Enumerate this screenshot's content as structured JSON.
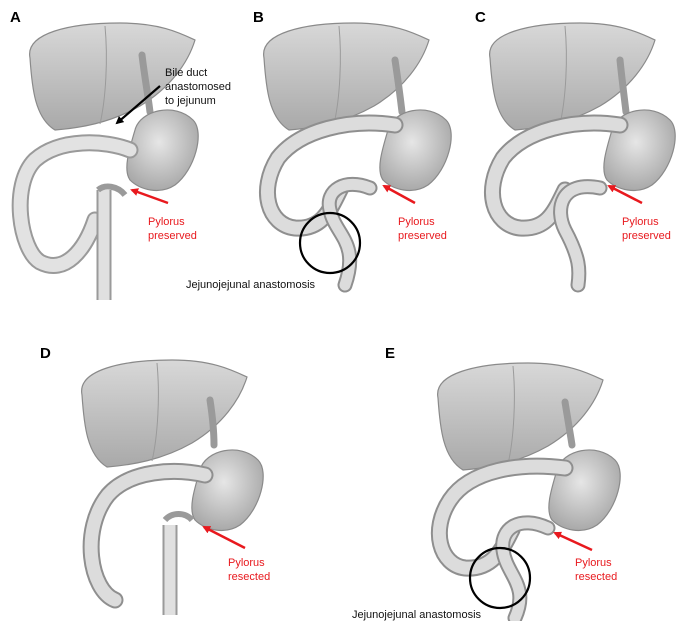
{
  "colors": {
    "organ_fill": "#c9c9c9",
    "organ_stroke": "#8a8a8a",
    "intestine_stroke": "#9a9a9a",
    "intestine_fill": "#dcdcdc",
    "red_arrow": "#e8191e",
    "black": "#000000"
  },
  "panels": {
    "a": {
      "letter": "A",
      "bile_duct_label": [
        "Bile duct",
        "anastomosed",
        "to jejunum"
      ],
      "pylorus_label": [
        "Pylorus",
        "preserved"
      ]
    },
    "b": {
      "letter": "B",
      "pylorus_label": [
        "Pylorus",
        "preserved"
      ],
      "anastomosis_label": "Jejunojejunal anastomosis"
    },
    "c": {
      "letter": "C",
      "pylorus_label": [
        "Pylorus",
        "preserved"
      ]
    },
    "d": {
      "letter": "D",
      "pylorus_label": [
        "Pylorus",
        "resected"
      ]
    },
    "e": {
      "letter": "E",
      "pylorus_label": [
        "Pylorus",
        "resected"
      ],
      "anastomosis_label": "Jejunojejunal anastomosis"
    }
  }
}
